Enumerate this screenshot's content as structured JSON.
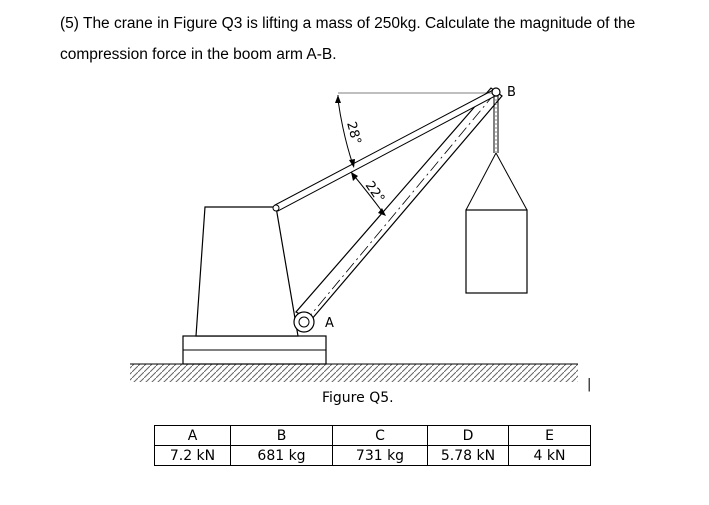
{
  "question": {
    "line1": "(5) The crane in Figure Q3 is lifting a mass of 250kg. Calculate the magnitude of the",
    "line2": "compression force in the boom arm A-B."
  },
  "figure": {
    "angle_top": "28°",
    "angle_bottom": "22°",
    "point_a": "A",
    "point_b": "B",
    "caption": "Figure Q5.",
    "stray_mark": "|"
  },
  "answers": {
    "letters": [
      "A",
      "B",
      "C",
      "D",
      "E"
    ],
    "values": [
      "7.2 kN",
      "681 kg",
      "731 kg",
      "5.78 kN",
      "4 kN"
    ]
  }
}
